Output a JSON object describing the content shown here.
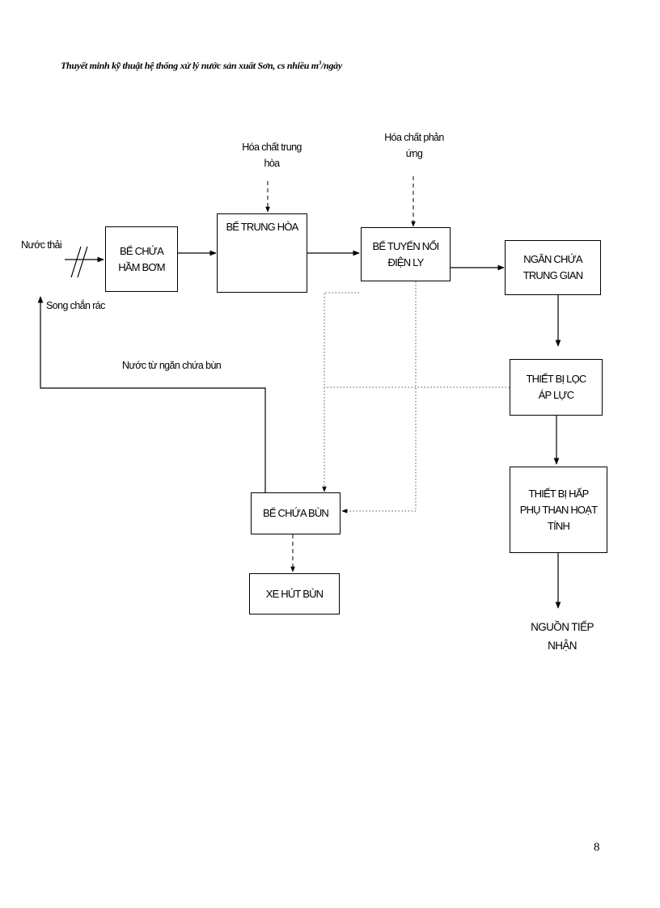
{
  "header": {
    "title_main": "Thuyết minh kỹ thuật hệ thống xử lý nước sản xuất Sơn, cs  nhiều m",
    "title_sup": "3",
    "title_end": "/ngày"
  },
  "nodes": {
    "be_chua_ham_bom": [
      "BỂ CHỨA",
      "HẦM BƠM"
    ],
    "be_trung_hoa": [
      "BỂ TRUNG HÒA"
    ],
    "be_tuyen_noi": [
      "BỂ TUYỂN NỔI",
      "ĐIỆN LY"
    ],
    "ngan_chua_trung_gian": [
      "NGĂN CHỨA",
      "TRUNG GIAN"
    ],
    "thiet_bi_loc": [
      "THIẾT BỊ LỌC",
      "ÁP LỰC"
    ],
    "thiet_bi_hap_phu": [
      "THIẾT BỊ HẤP",
      "PHỤ THAN HOẠT",
      "TÍNH"
    ],
    "be_chua_bun": [
      "BỂ CHỨA BÙN"
    ],
    "xe_hut_bun": [
      "XE HÚT BÙN"
    ]
  },
  "labels": {
    "nuoc_thai": "Nước thải",
    "song_chan_rac": "Song chắn rác",
    "hoa_chat_trung_hoa": [
      "Hóa chất trung",
      "hòa"
    ],
    "hoa_chat_phan_ung": [
      "Hóa chất phản",
      "ứng"
    ],
    "nuoc_tu_ngan_chua_bun": "Nước từ ngăn chứa bùn",
    "nguon_tiep_nhan": [
      "NGUỒN TIẾP",
      "NHẬN"
    ]
  },
  "page_number": "8"
}
